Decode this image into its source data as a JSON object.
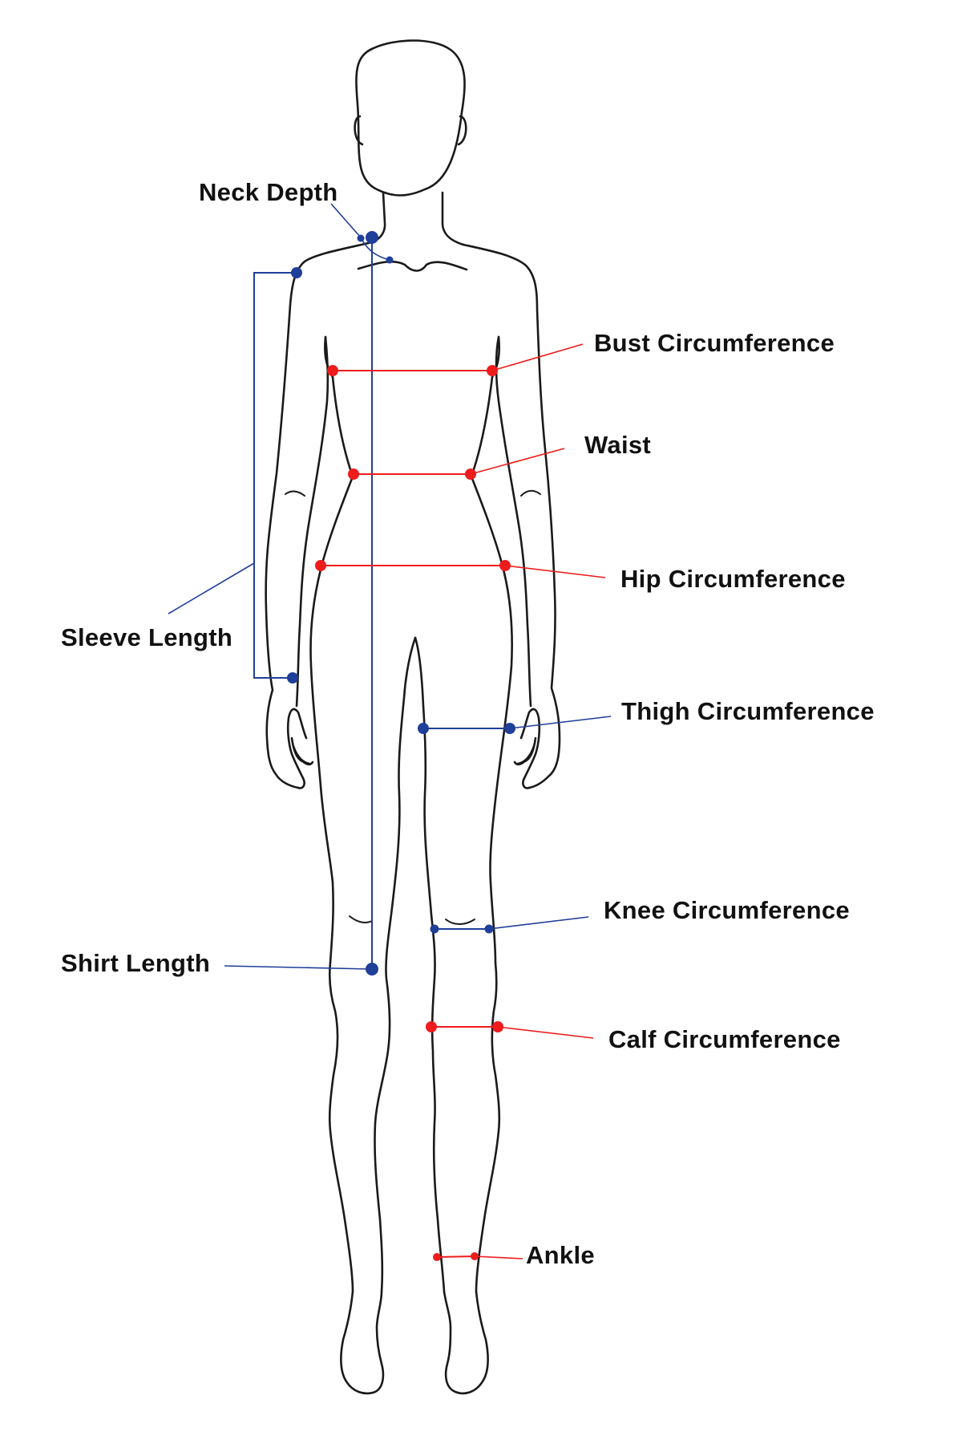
{
  "colors": {
    "red": "#ee1c1c",
    "blue": "#1f3f99",
    "outline": "#1a1a1a",
    "text": "#111111",
    "background": "#ffffff"
  },
  "labels": {
    "neck_depth": "Neck Depth",
    "bust": "Bust Circumference",
    "waist": "Waist",
    "hip": "Hip Circumference",
    "sleeve_length": "Sleeve Length",
    "thigh": "Thigh Circumference",
    "knee": "Knee Circumference",
    "shirt_length": "Shirt Length",
    "calf": "Calf Circumference",
    "ankle": "Ankle"
  }
}
